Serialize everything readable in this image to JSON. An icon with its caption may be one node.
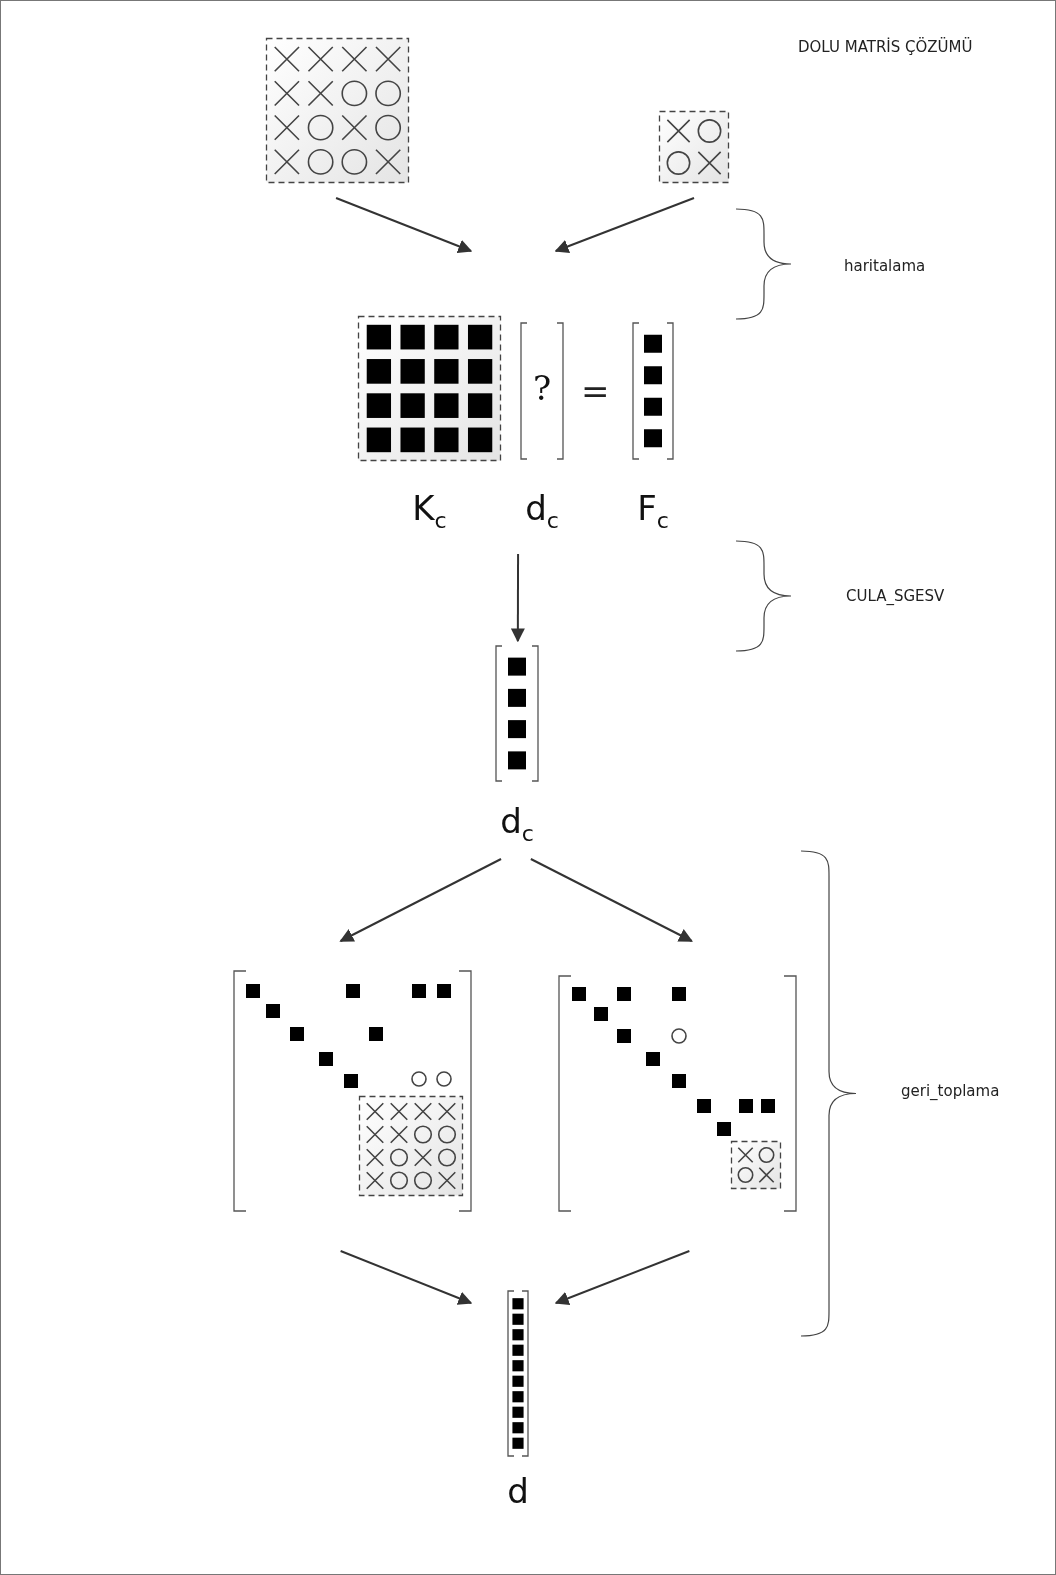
{
  "diagram": {
    "title": "DOLU MATRİS ÇÖZÜMÜ",
    "nodes": [
      {
        "text": [],
        "shape": "picture"
      },
      {
        "text": [],
        "shape": "picture"
      },
      {
        "text": [
          "K$_{c}$"
        ]
      },
      {
        "text": [
          "?",
          "d$_{c}$"
        ]
      },
      {
        "text": [
          "F$_{c}$"
        ]
      },
      {
        "text": [
          "d$_{c}$"
        ]
      },
      {
        "text": [],
        "shape": "picture"
      },
      {
        "text": [],
        "shape": "picture",
        "in": 6
      },
      {
        "text": [],
        "shape": "picture"
      },
      {
        "text": [],
        "shape": "picture",
        "in": 8
      },
      {
        "text": [
          "d"
        ]
      }
    ],
    "edges": [
      {
        "from": 0,
        "to": 2,
        "arrow": "to"
      },
      {
        "from": 1,
        "to": 3,
        "arrow": "to"
      },
      {
        "from": 3,
        "to": 5,
        "arrow": "to"
      },
      {
        "from": 5,
        "to": 6,
        "arrow": "to"
      },
      {
        "from": 5,
        "to": 8,
        "arrow": "to"
      },
      {
        "from": 6,
        "to": 10,
        "arrow": "to"
      },
      {
        "from": 8,
        "to": 10,
        "arrow": "to"
      }
    ],
    "labels": [
      "=",
      "haritalama",
      "CULA_SGESV",
      "geri_toplama"
    ]
  }
}
